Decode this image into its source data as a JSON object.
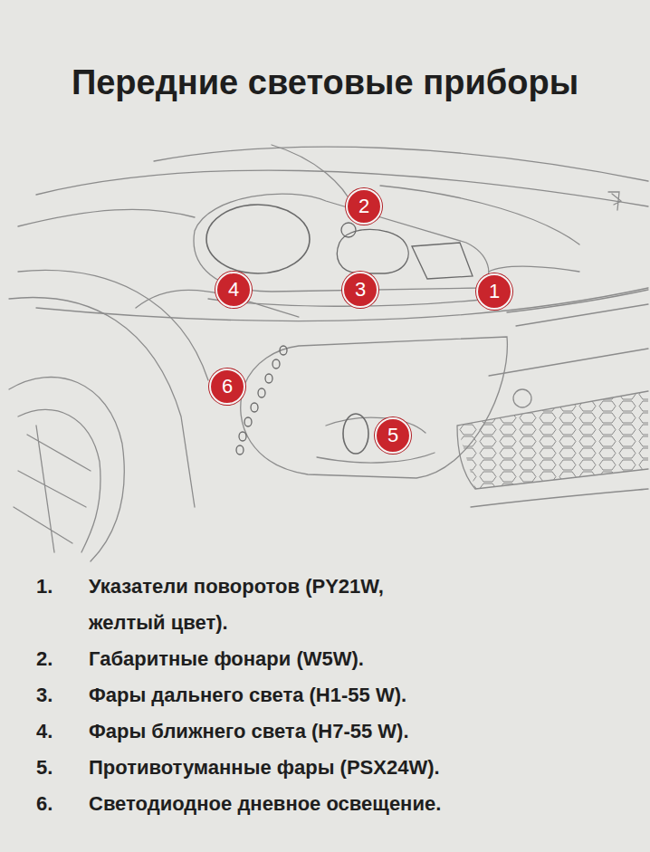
{
  "diagram": {
    "title": "Передние световые приборы",
    "nodes": [
      {
        "text": [
          "2"
        ]
      },
      {
        "text": [
          "4"
        ]
      },
      {
        "text": [
          "3"
        ]
      },
      {
        "text": [
          "1"
        ]
      },
      {
        "text": [
          "6"
        ]
      },
      {
        "text": [
          "5"
        ]
      }
    ],
    "labels": [
      "1.",
      "Указатели поворотов (PY21W, желтый цвет).",
      "2.",
      "Габаритные фонари (W5W).",
      "3.",
      "Фары дальнего света (H1-55 W).",
      "4.",
      "Фары ближнего света (H7-55 W).",
      "5.",
      "Противотуманные фары (PSX24W).",
      "6.",
      "Светодиодное дневное освещение."
    ]
  }
}
